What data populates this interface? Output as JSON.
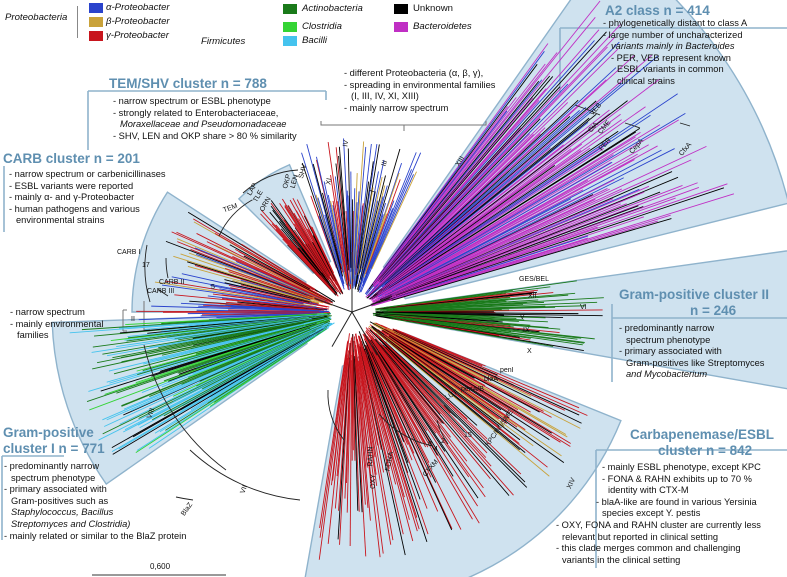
{
  "legend": {
    "group_proteobacteria": "Proteobacteria",
    "group_firmicutes": "Firmicutes",
    "items": [
      {
        "label": "α-Proteobacter",
        "color": "#2a43cc"
      },
      {
        "label": "β-Proteobacter",
        "color": "#c9a23a"
      },
      {
        "label": "γ-Proteobacter",
        "color": "#c8151d"
      },
      {
        "label": "Actinobacteria",
        "color": "#1a7a1a"
      },
      {
        "label": "Clostridia",
        "color": "#34d434"
      },
      {
        "label": "Bacilli",
        "color": "#45c3ee"
      },
      {
        "label": "Unknown",
        "color": "#000000"
      },
      {
        "label": "Bacteroidetes",
        "color": "#c02fc4"
      }
    ]
  },
  "clusters": {
    "a2": {
      "title": "A2 class n = 414",
      "lines": [
        "- phylogenetically distant to class A",
        "- large number of uncharacterized",
        "variants mainly in Bacteroides",
        "- PER, VEB represent known",
        "ESBL variants in common",
        "clinical strains"
      ]
    },
    "tem": {
      "title": "TEM/SHV cluster n = 788",
      "lines": [
        "- narrow spectrum or ESBL phenotype",
        "- strongly related to Enterobacteriaceae,",
        "Moraxellaceae and Pseudomonadaceae",
        "- SHV, LEN and OKP share > 80 % similarity"
      ]
    },
    "carb": {
      "title": "CARB cluster n = 201",
      "lines": [
        "- narrow spectrum or carbenicillinases",
        "- ESBL variants were reported",
        "- mainly α- and γ-Proteobacter",
        "- human pathogens and various",
        "environmental strains"
      ]
    },
    "proteo": {
      "lines": [
        "- different Proteobacteria (α, β, γ),",
        "- spreading in environmental families",
        "(I, III, IV, XI, XIII)",
        "- mainly narrow spectrum"
      ]
    },
    "narrow": {
      "lines": [
        "- narrow spectrum",
        "- mainly environmental",
        "families"
      ]
    },
    "gp2": {
      "title": "Gram-positive cluster II",
      "title2": "n = 246",
      "lines": [
        "- predominantly narrow",
        "spectrum phenotype",
        "- primary associated with",
        "Gram-positives like Streptomyces",
        "and Mycobacterium"
      ]
    },
    "gp1": {
      "title": "Gram-positive",
      "title2": "cluster I n = 771",
      "lines": [
        "- predominantly narrow",
        "spectrum phenotype",
        "- primary associated with",
        "Gram-positives such as",
        "Staphylococcus, Bacillus",
        "Streptomyces and Clostridia)",
        "- mainly related or similar to the BlaZ protein"
      ]
    },
    "carba": {
      "title": "Carbapenemase/ESBL",
      "title2": "cluster n = 842",
      "lines": [
        "- mainly ESBL phenotype, except KPC",
        "- FONA & RAHN exhibits up to 70 %",
        "identity with CTX-M",
        "- blaA-like are found in various Yersinia",
        "species except Y. pestis",
        "- OXY, FONA and RAHN cluster are currently less",
        "relevant but reported in clinical setting",
        "- this clade merges common and challenging",
        "variants in the clinical setting"
      ]
    }
  },
  "clade_labels": {
    "veb": "VEB",
    "cia": "CiA",
    "cme": "CME",
    "per": "PER",
    "cepa": "CepA",
    "cfxa": "CfxA",
    "iv": "IV",
    "xi": "XI",
    "iii": "III",
    "i": "I",
    "xiii": "XIII",
    "tem": "TEM",
    "lap": "LAP",
    "tle": "TLE",
    "orn": "ORN",
    "okp": "OKP",
    "len": "LEN",
    "shv": "SHV",
    "carb1": "CARB I",
    "n17": "17",
    "carb2": "CARB II",
    "carb3": "CARB III",
    "n5": "5",
    "ii": "II",
    "gesbel": "GES/BEL",
    "xii": "XII",
    "vi": "VI",
    "v": "V",
    "ix": "IX",
    "x": "X",
    "peni": "penI",
    "blaa": "blaA",
    "penab": "penA/B",
    "lut": "LUT",
    "kpc": "KPC/IMI/SME",
    "n15": "15",
    "xiv": "XIV",
    "ctxm": "CTXM",
    "oxy": "OXY",
    "fona": "FONA",
    "rahn": "RAHN",
    "n2": "2",
    "n4": "4",
    "n8": "8",
    "viii": "VIII",
    "vii": "VII",
    "blaz": "BlaZ"
  },
  "scale_label": "0,600"
}
